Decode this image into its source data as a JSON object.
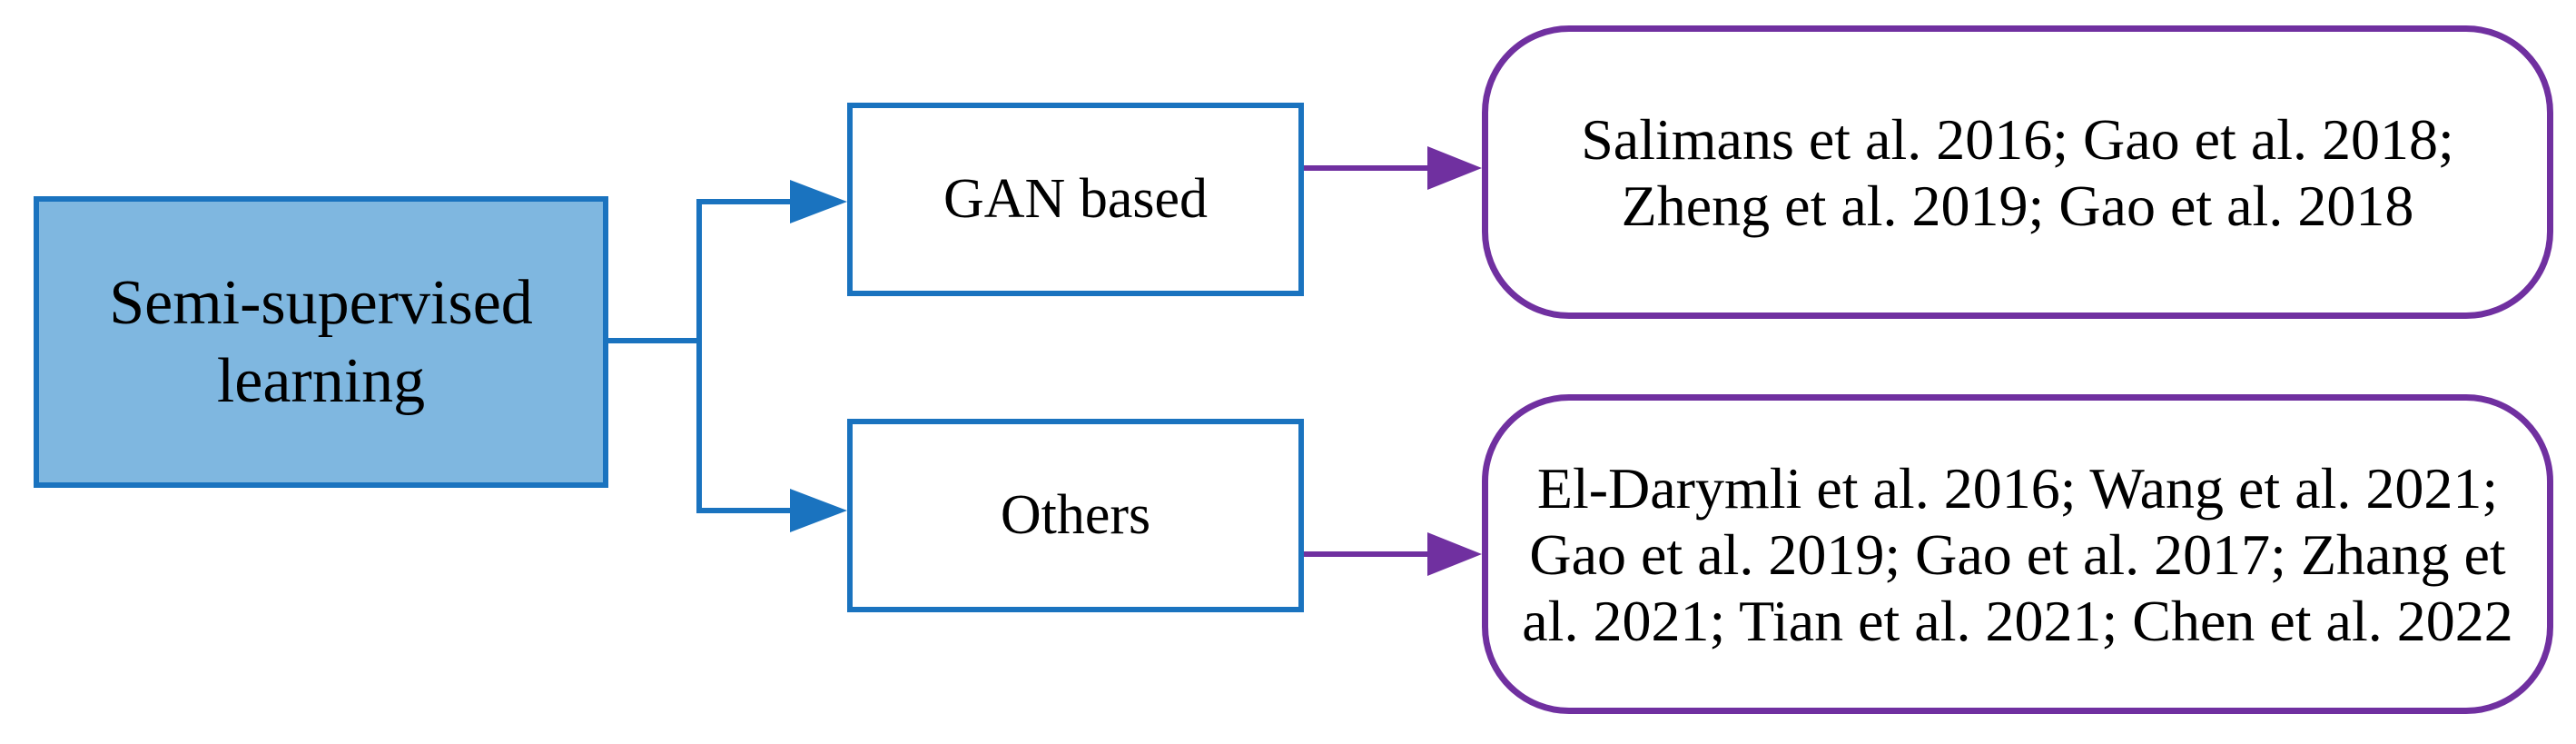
{
  "colors": {
    "root_fill": "#7fb7e0",
    "blue_stroke": "#1a73bf",
    "purple_stroke": "#7030a0"
  },
  "root": {
    "label": "Semi-supervised learning"
  },
  "branches": [
    {
      "label": "GAN based",
      "references": "Salimans et al. 2016; Gao et al. 2018; Zheng et al. 2019; Gao et al. 2018"
    },
    {
      "label": "Others",
      "references": "El-Darymli et al. 2016; Wang et al. 2021; Gao et al. 2019; Gao et al. 2017; Zhang et al. 2021; Tian et al. 2021; Chen et al. 2022"
    }
  ]
}
